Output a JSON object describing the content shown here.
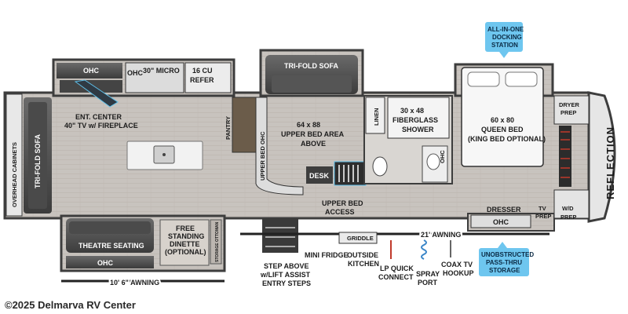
{
  "labels": {
    "docking": [
      "ALL-IN-ONE",
      "DOCKING",
      "STATION"
    ],
    "ohc": "OHC",
    "micro": "30\" MICRO",
    "refer": [
      "16 CU",
      "REFER"
    ],
    "tri_fold_sofa": "TRI-FOLD SOFA",
    "linen": "LINEN",
    "shower": [
      "30 x 48",
      "FIBERGLASS",
      "SHOWER"
    ],
    "queen_bed": [
      "60 x 80",
      "QUEEN BED",
      "(KING BED OPTIONAL)"
    ],
    "dryer_prep": [
      "DRYER",
      "PREP"
    ],
    "overhead_cabinets": "OVERHEAD CABINETS",
    "ent_center": [
      "ENT. CENTER",
      "40\" TV w/ FIREPLACE"
    ],
    "pantry": "PANTRY",
    "upper_bed_ohc": "UPPER BED OHC",
    "upper_bed_area": [
      "64 x 88",
      "UPPER BED AREA",
      "ABOVE"
    ],
    "desk": "DESK",
    "reflection": "REFLECTION",
    "upper_bed_access": [
      "UPPER BED",
      "ACCESS"
    ],
    "dresser": "DRESSER",
    "tv_prep": [
      "TV",
      "PREP"
    ],
    "wd_prep": [
      "W/D",
      "PREP"
    ],
    "theatre_seating": "THEATRE SEATING",
    "dinette": [
      "FREE",
      "STANDING",
      "DINETTE",
      "(OPTIONAL)"
    ],
    "storage_ottoman": "STORAGE OTTOMAN",
    "awning_front": "21' AWNING",
    "awning_rear": "10' 6\" AWNING",
    "griddle": "GRIDDLE",
    "step_above": [
      "STEP ABOVE",
      "w/LIFT ASSIST",
      "ENTRY STEPS"
    ],
    "mini_fridge": "MINI FRIDGE",
    "outside_kitchen": [
      "OUTSIDE",
      "KITCHEN"
    ],
    "lp_quick": [
      "LP QUICK",
      "CONNECT"
    ],
    "spray_port": [
      "SPRAY",
      "PORT"
    ],
    "coax_tv": [
      "COAX TV",
      "HOOKUP"
    ],
    "pass_thru": [
      "UNOBSTRUCTED",
      "PASS-THRU",
      "STORAGE"
    ]
  },
  "copyright": "©2025 Delmarva RV Center",
  "colors": {
    "floor": "#c9c4bf",
    "wall": "#3d3d3d",
    "furniture": "#5a5a5a",
    "accent_blue": "#5fc0ea",
    "badge_blue": "#6ec6ef"
  }
}
